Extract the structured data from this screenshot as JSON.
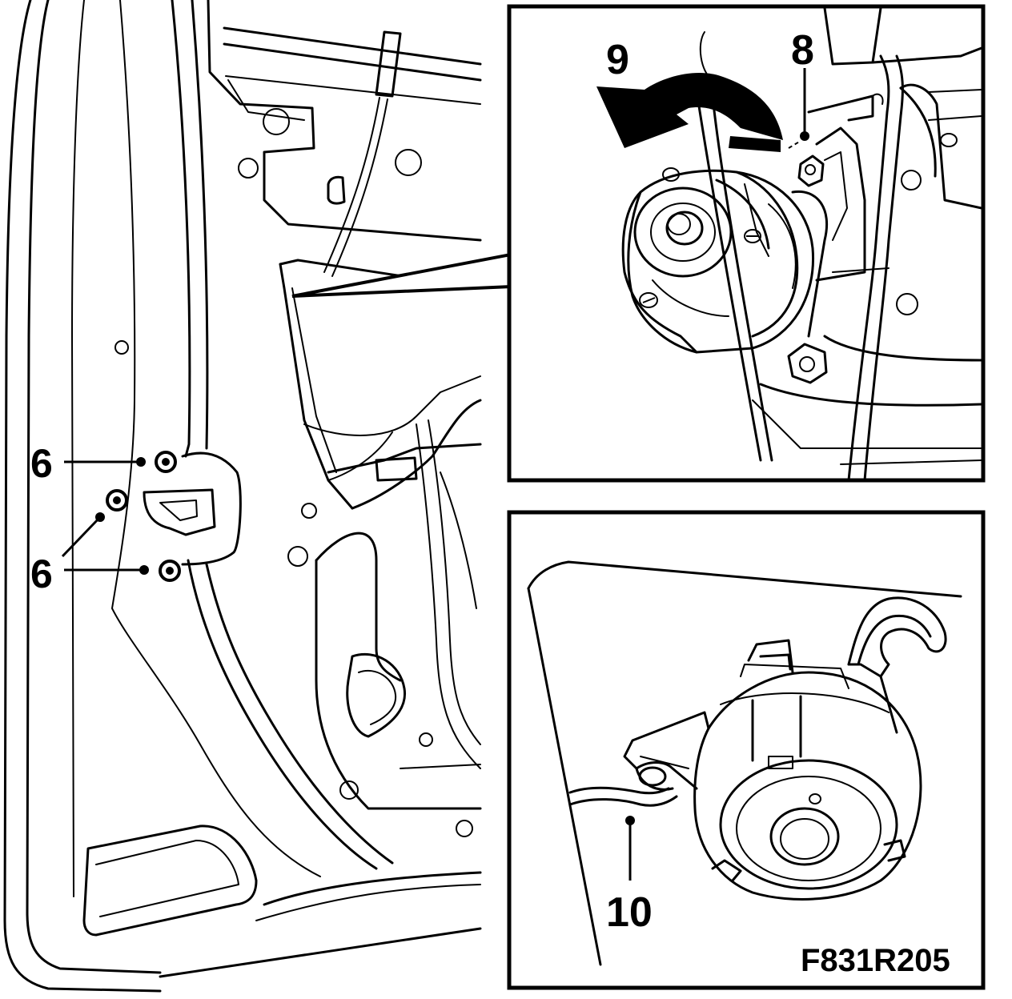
{
  "callouts": {
    "c6a": "6",
    "c6b": "6",
    "c8": "8",
    "c9": "9",
    "c10": "10"
  },
  "figure_code": "F831R205"
}
